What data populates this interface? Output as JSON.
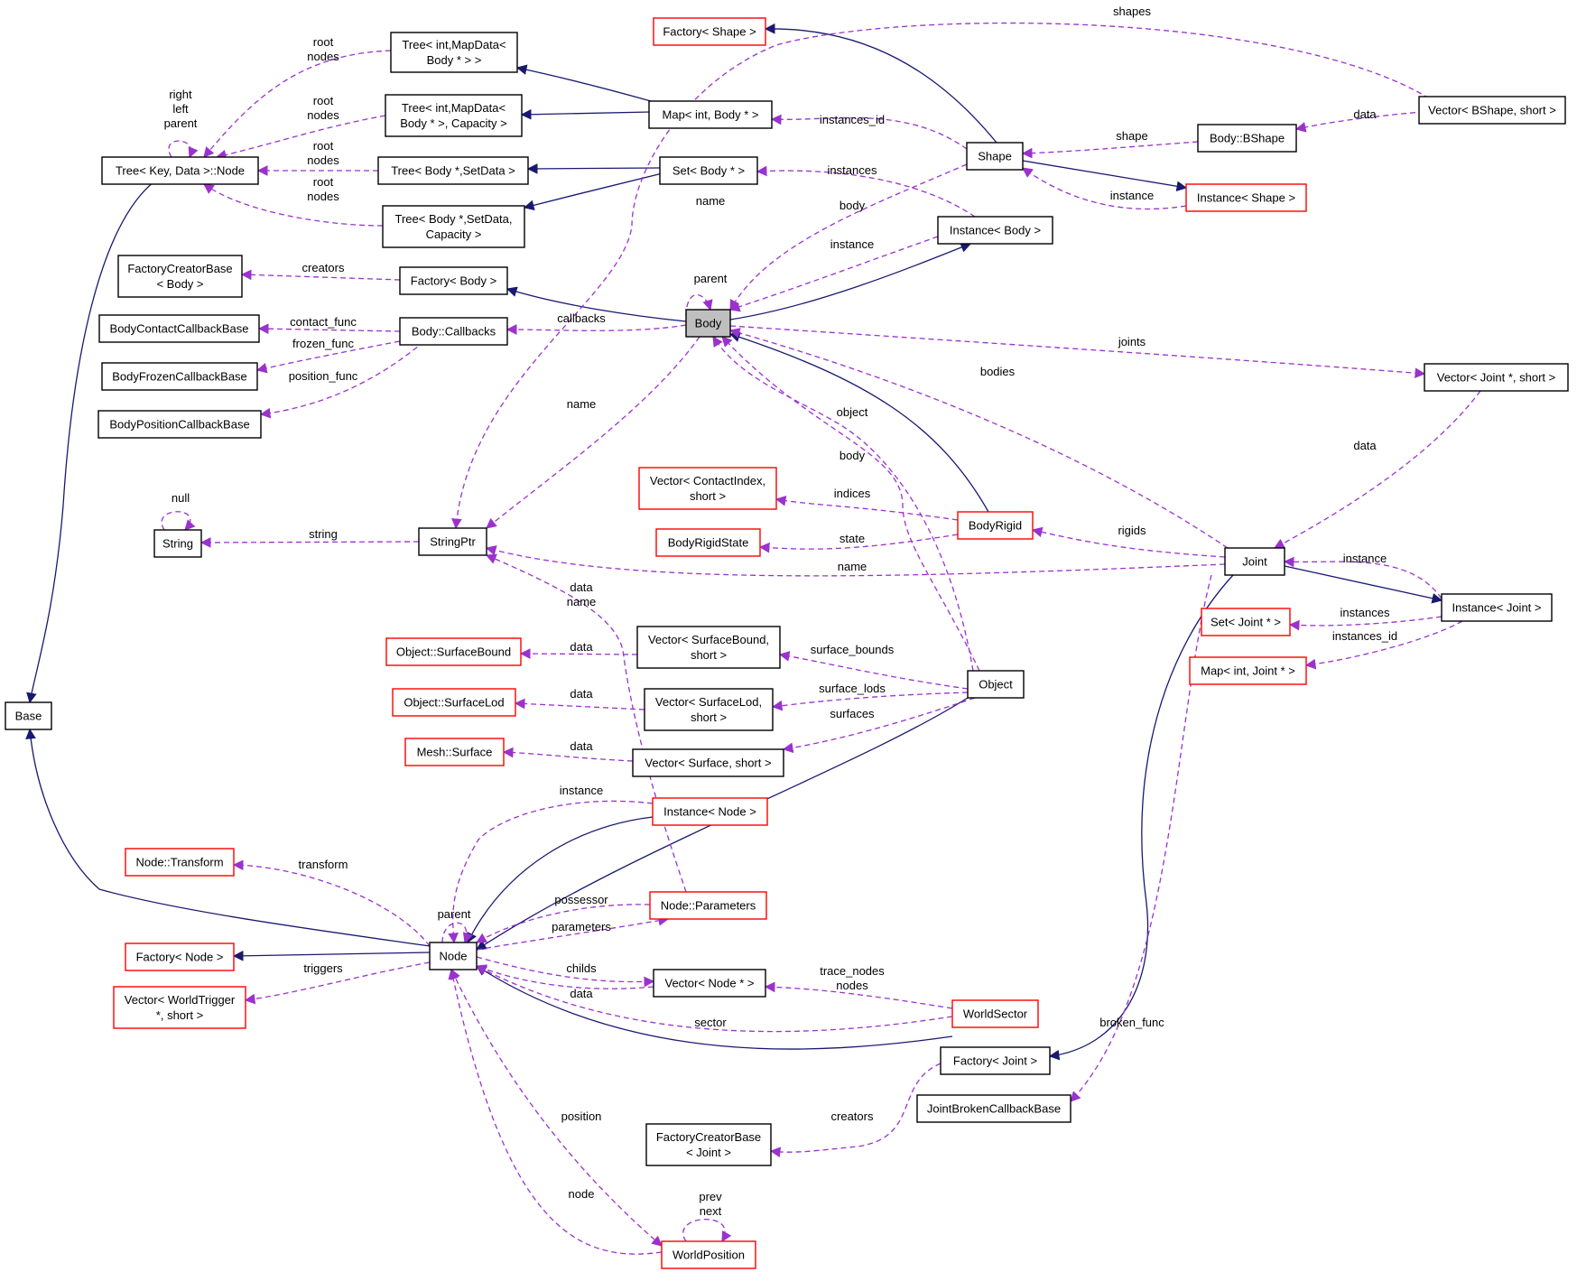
{
  "colors": {
    "inherit_edge": "#191970",
    "usage_edge": "#9a32cd",
    "class_border": "#000000",
    "undocumented_border": "#ff0000",
    "focus_fill": "#bfbfbf"
  },
  "nodes": [
    {
      "id": "factory_shape",
      "lines": [
        "Factory< Shape >"
      ],
      "style": "red"
    },
    {
      "id": "tree_int_mapdata_body",
      "lines": [
        "Tree< int,MapData<",
        "Body * > >"
      ],
      "style": "black"
    },
    {
      "id": "tree_int_mapdata_body_cap",
      "lines": [
        "Tree< int,MapData<",
        "Body * >, Capacity >"
      ],
      "style": "black"
    },
    {
      "id": "tree_node",
      "lines": [
        "Tree< Key, Data >::Node"
      ],
      "style": "black"
    },
    {
      "id": "tree_body_setdata",
      "lines": [
        "Tree< Body *,SetData >"
      ],
      "style": "black"
    },
    {
      "id": "tree_body_setdata_cap",
      "lines": [
        "Tree< Body *,SetData,",
        "Capacity >"
      ],
      "style": "black"
    },
    {
      "id": "map_int_body",
      "lines": [
        "Map< int, Body * >"
      ],
      "style": "black"
    },
    {
      "id": "set_body",
      "lines": [
        "Set< Body * >"
      ],
      "style": "black"
    },
    {
      "id": "shape",
      "lines": [
        "Shape"
      ],
      "style": "black"
    },
    {
      "id": "body_bshape",
      "lines": [
        "Body::BShape"
      ],
      "style": "black"
    },
    {
      "id": "vector_bshape",
      "lines": [
        "Vector< BShape, short >"
      ],
      "style": "black"
    },
    {
      "id": "instance_shape",
      "lines": [
        "Instance< Shape >"
      ],
      "style": "red"
    },
    {
      "id": "instance_body",
      "lines": [
        "Instance< Body >"
      ],
      "style": "black"
    },
    {
      "id": "factory_creator_body",
      "lines": [
        "FactoryCreatorBase",
        "< Body >"
      ],
      "style": "black"
    },
    {
      "id": "factory_body",
      "lines": [
        "Factory< Body >"
      ],
      "style": "black"
    },
    {
      "id": "body",
      "lines": [
        "Body"
      ],
      "style": "focus"
    },
    {
      "id": "body_contact_cb",
      "lines": [
        "BodyContactCallbackBase"
      ],
      "style": "black"
    },
    {
      "id": "body_callbacks",
      "lines": [
        "Body::Callbacks"
      ],
      "style": "black"
    },
    {
      "id": "body_frozen_cb",
      "lines": [
        "BodyFrozenCallbackBase"
      ],
      "style": "black"
    },
    {
      "id": "body_position_cb",
      "lines": [
        "BodyPositionCallbackBase"
      ],
      "style": "black"
    },
    {
      "id": "vector_joint",
      "lines": [
        "Vector< Joint *, short >"
      ],
      "style": "black"
    },
    {
      "id": "vector_contact_index",
      "lines": [
        "Vector< ContactIndex,",
        "short >"
      ],
      "style": "red"
    },
    {
      "id": "body_rigid",
      "lines": [
        "BodyRigid"
      ],
      "style": "red"
    },
    {
      "id": "body_rigid_state",
      "lines": [
        "BodyRigidState"
      ],
      "style": "red"
    },
    {
      "id": "string",
      "lines": [
        "String"
      ],
      "style": "black"
    },
    {
      "id": "string_ptr",
      "lines": [
        "StringPtr"
      ],
      "style": "black"
    },
    {
      "id": "joint",
      "lines": [
        "Joint"
      ],
      "style": "black"
    },
    {
      "id": "instance_joint",
      "lines": [
        "Instance< Joint >"
      ],
      "style": "black"
    },
    {
      "id": "set_joint",
      "lines": [
        "Set< Joint * >"
      ],
      "style": "red"
    },
    {
      "id": "map_int_joint",
      "lines": [
        "Map< int, Joint * >"
      ],
      "style": "red"
    },
    {
      "id": "object_surface_bound",
      "lines": [
        "Object::SurfaceBound"
      ],
      "style": "red"
    },
    {
      "id": "vector_surface_bound",
      "lines": [
        "Vector< SurfaceBound,",
        "short >"
      ],
      "style": "black"
    },
    {
      "id": "object_surface_lod",
      "lines": [
        "Object::SurfaceLod"
      ],
      "style": "red"
    },
    {
      "id": "vector_surface_lod",
      "lines": [
        "Vector< SurfaceLod,",
        "short >"
      ],
      "style": "black"
    },
    {
      "id": "object",
      "lines": [
        "Object"
      ],
      "style": "black"
    },
    {
      "id": "base",
      "lines": [
        "Base"
      ],
      "style": "black"
    },
    {
      "id": "mesh_surface",
      "lines": [
        "Mesh::Surface"
      ],
      "style": "red"
    },
    {
      "id": "vector_surface",
      "lines": [
        "Vector< Surface, short >"
      ],
      "style": "black"
    },
    {
      "id": "instance_node",
      "lines": [
        "Instance< Node >"
      ],
      "style": "red"
    },
    {
      "id": "node_transform",
      "lines": [
        "Node::Transform"
      ],
      "style": "red"
    },
    {
      "id": "node_parameters",
      "lines": [
        "Node::Parameters"
      ],
      "style": "red"
    },
    {
      "id": "factory_node",
      "lines": [
        "Factory< Node >"
      ],
      "style": "red"
    },
    {
      "id": "node",
      "lines": [
        "Node"
      ],
      "style": "black"
    },
    {
      "id": "vector_world_trigger",
      "lines": [
        "Vector< WorldTrigger",
        "*, short >"
      ],
      "style": "red"
    },
    {
      "id": "vector_node",
      "lines": [
        "Vector< Node * >"
      ],
      "style": "black"
    },
    {
      "id": "world_sector",
      "lines": [
        "WorldSector"
      ],
      "style": "red"
    },
    {
      "id": "factory_joint",
      "lines": [
        "Factory< Joint >"
      ],
      "style": "black"
    },
    {
      "id": "joint_broken_cb",
      "lines": [
        "JointBrokenCallbackBase"
      ],
      "style": "black"
    },
    {
      "id": "factory_creator_joint",
      "lines": [
        "FactoryCreatorBase",
        "< Joint >"
      ],
      "style": "black"
    },
    {
      "id": "world_position",
      "lines": [
        "WorldPosition"
      ],
      "style": "red"
    }
  ],
  "edge_labels": [
    {
      "id": "shapes",
      "lines": [
        "shapes"
      ]
    },
    {
      "id": "root_nodes_1",
      "lines": [
        "root",
        "nodes"
      ]
    },
    {
      "id": "right_left_parent",
      "lines": [
        "right",
        "left",
        "parent"
      ]
    },
    {
      "id": "root_nodes_2",
      "lines": [
        "root",
        "nodes"
      ]
    },
    {
      "id": "root_nodes_3",
      "lines": [
        "root",
        "nodes"
      ]
    },
    {
      "id": "root_nodes_4",
      "lines": [
        "root",
        "nodes"
      ]
    },
    {
      "id": "instances_id_body",
      "lines": [
        "instances_id"
      ]
    },
    {
      "id": "data_bshape",
      "lines": [
        "data"
      ]
    },
    {
      "id": "shape_label",
      "lines": [
        "shape"
      ]
    },
    {
      "id": "instances_body",
      "lines": [
        "instances"
      ]
    },
    {
      "id": "instance_shape_label",
      "lines": [
        "instance"
      ]
    },
    {
      "id": "name_top",
      "lines": [
        "name"
      ]
    },
    {
      "id": "body_label_top",
      "lines": [
        "body"
      ]
    },
    {
      "id": "instance_body_label",
      "lines": [
        "instance"
      ]
    },
    {
      "id": "creators_body",
      "lines": [
        "creators"
      ]
    },
    {
      "id": "parent_body",
      "lines": [
        "parent"
      ]
    },
    {
      "id": "contact_func",
      "lines": [
        "contact_func"
      ]
    },
    {
      "id": "callbacks",
      "lines": [
        "callbacks"
      ]
    },
    {
      "id": "frozen_func",
      "lines": [
        "frozen_func"
      ]
    },
    {
      "id": "joints",
      "lines": [
        "joints"
      ]
    },
    {
      "id": "position_func",
      "lines": [
        "position_func"
      ]
    },
    {
      "id": "bodies",
      "lines": [
        "bodies"
      ]
    },
    {
      "id": "name_mid",
      "lines": [
        "name"
      ]
    },
    {
      "id": "object_label",
      "lines": [
        "object"
      ]
    },
    {
      "id": "data_joint",
      "lines": [
        "data"
      ]
    },
    {
      "id": "body_label_mid",
      "lines": [
        "body"
      ]
    },
    {
      "id": "null_label",
      "lines": [
        "null"
      ]
    },
    {
      "id": "indices",
      "lines": [
        "indices"
      ]
    },
    {
      "id": "string_label",
      "lines": [
        "string"
      ]
    },
    {
      "id": "rigids",
      "lines": [
        "rigids"
      ]
    },
    {
      "id": "state",
      "lines": [
        "state"
      ]
    },
    {
      "id": "instance_joint_label",
      "lines": [
        "instance"
      ]
    },
    {
      "id": "name_joint",
      "lines": [
        "name"
      ]
    },
    {
      "id": "data_name",
      "lines": [
        "data",
        "name"
      ]
    },
    {
      "id": "instances_joint",
      "lines": [
        "instances"
      ]
    },
    {
      "id": "instances_id_joint",
      "lines": [
        "instances_id"
      ]
    },
    {
      "id": "surface_bounds",
      "lines": [
        "surface_bounds"
      ]
    },
    {
      "id": "data_surface_bound",
      "lines": [
        "data"
      ]
    },
    {
      "id": "surface_lods",
      "lines": [
        "surface_lods"
      ]
    },
    {
      "id": "data_surface_lod",
      "lines": [
        "data"
      ]
    },
    {
      "id": "surfaces",
      "lines": [
        "surfaces"
      ]
    },
    {
      "id": "data_mesh_surface",
      "lines": [
        "data"
      ]
    },
    {
      "id": "instance_node_label",
      "lines": [
        "instance"
      ]
    },
    {
      "id": "transform",
      "lines": [
        "transform"
      ]
    },
    {
      "id": "possessor",
      "lines": [
        "possessor"
      ]
    },
    {
      "id": "parent_node",
      "lines": [
        "parent"
      ]
    },
    {
      "id": "parameters",
      "lines": [
        "parameters"
      ]
    },
    {
      "id": "triggers",
      "lines": [
        "triggers"
      ]
    },
    {
      "id": "childs",
      "lines": [
        "childs"
      ]
    },
    {
      "id": "trace_nodes",
      "lines": [
        "trace_nodes",
        "nodes"
      ]
    },
    {
      "id": "data_node",
      "lines": [
        "data"
      ]
    },
    {
      "id": "sector",
      "lines": [
        "sector"
      ]
    },
    {
      "id": "broken_func",
      "lines": [
        "broken_func"
      ]
    },
    {
      "id": "position_label",
      "lines": [
        "position"
      ]
    },
    {
      "id": "creators_joint",
      "lines": [
        "creators"
      ]
    },
    {
      "id": "node_label",
      "lines": [
        "node"
      ]
    },
    {
      "id": "prev_next",
      "lines": [
        "prev",
        "next"
      ]
    }
  ]
}
